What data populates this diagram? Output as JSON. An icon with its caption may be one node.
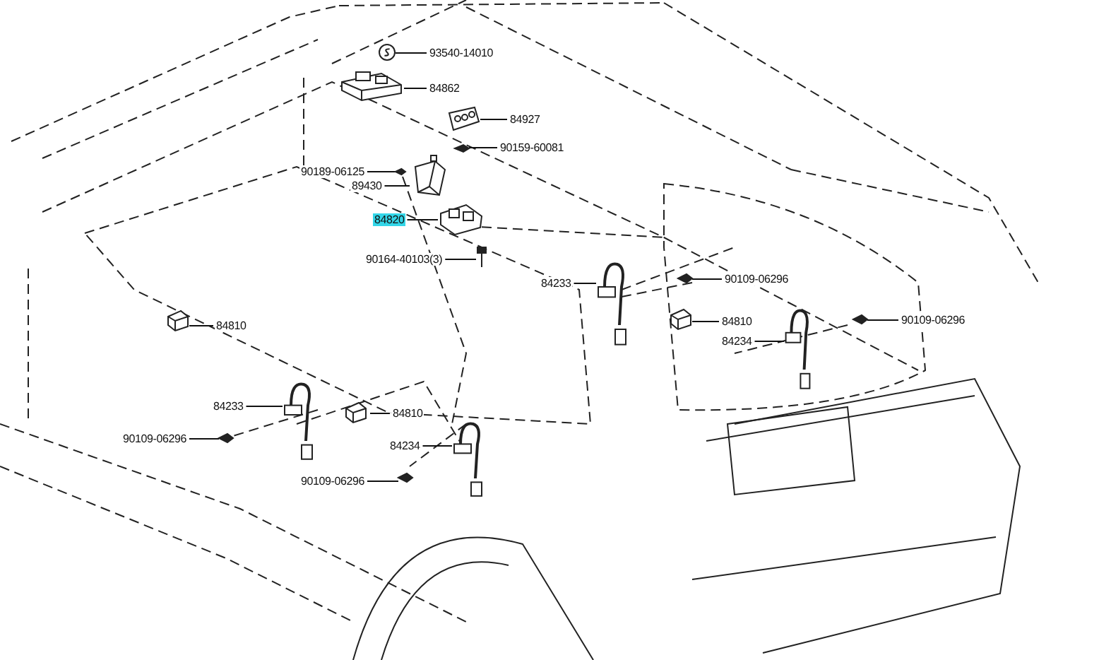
{
  "diagram": {
    "nodes": [
      {
        "text": [
          "93540-14010"
        ]
      },
      {
        "text": [],
        "shape": "picture"
      },
      {
        "text": [
          "84862"
        ]
      },
      {
        "text": [],
        "shape": "picture"
      },
      {
        "text": [
          "84927"
        ]
      },
      {
        "text": [],
        "shape": "picture"
      },
      {
        "text": [
          "90159-60081"
        ]
      },
      {
        "text": [],
        "shape": "picture"
      },
      {
        "text": [
          "90189-06125"
        ]
      },
      {
        "text": [],
        "shape": "picture"
      },
      {
        "text": [
          "89430"
        ]
      },
      {
        "text": [],
        "shape": "picture"
      },
      {
        "text": [
          "84820"
        ]
      },
      {
        "text": [],
        "shape": "picture"
      },
      {
        "text": [
          "90164-40103(3)"
        ]
      },
      {
        "text": [],
        "shape": "picture"
      },
      {
        "text": [
          "84233"
        ]
      },
      {
        "text": [],
        "shape": "picture"
      },
      {
        "text": [
          "90109-06296"
        ]
      },
      {
        "text": [],
        "shape": "picture"
      },
      {
        "text": [
          "84810"
        ]
      },
      {
        "text": [],
        "shape": "picture"
      },
      {
        "text": [
          "84234"
        ]
      },
      {
        "text": [],
        "shape": "picture"
      },
      {
        "text": [
          "90109-06296"
        ]
      },
      {
        "text": [],
        "shape": "picture"
      },
      {
        "text": [
          "84810"
        ]
      },
      {
        "text": [],
        "shape": "picture"
      },
      {
        "text": [
          "84233"
        ]
      },
      {
        "text": [],
        "shape": "picture"
      },
      {
        "text": [
          "90109-06296"
        ]
      },
      {
        "text": [],
        "shape": "picture"
      },
      {
        "text": [
          "84810"
        ]
      },
      {
        "text": [],
        "shape": "picture"
      },
      {
        "text": [
          "84234"
        ]
      },
      {
        "text": [],
        "shape": "picture"
      },
      {
        "text": [
          "90109-06296"
        ]
      },
      {
        "text": [],
        "shape": "picture"
      }
    ],
    "edges": [
      {
        "from": 0,
        "to": 1,
        "arrow": "none"
      },
      {
        "from": 2,
        "to": 3,
        "arrow": "none"
      },
      {
        "from": 4,
        "to": 5,
        "arrow": "none"
      },
      {
        "from": 6,
        "to": 7,
        "arrow": "none"
      },
      {
        "from": 8,
        "to": 9,
        "arrow": "none"
      },
      {
        "from": 10,
        "to": 11,
        "arrow": "none"
      },
      {
        "from": 12,
        "to": 13,
        "arrow": "none"
      },
      {
        "from": 14,
        "to": 15,
        "arrow": "none"
      },
      {
        "from": 16,
        "to": 17,
        "arrow": "none"
      },
      {
        "from": 18,
        "to": 19,
        "arrow": "none"
      },
      {
        "from": 20,
        "to": 21,
        "arrow": "none"
      },
      {
        "from": 22,
        "to": 23,
        "arrow": "none"
      },
      {
        "from": 24,
        "to": 25,
        "arrow": "none"
      },
      {
        "from": 26,
        "to": 27,
        "arrow": "none"
      },
      {
        "from": 28,
        "to": 29,
        "arrow": "none"
      },
      {
        "from": 30,
        "to": 31,
        "arrow": "none"
      },
      {
        "from": 32,
        "to": 33,
        "arrow": "none"
      },
      {
        "from": 34,
        "to": 35,
        "arrow": "none"
      },
      {
        "from": 36,
        "to": 37,
        "arrow": "none"
      }
    ]
  }
}
